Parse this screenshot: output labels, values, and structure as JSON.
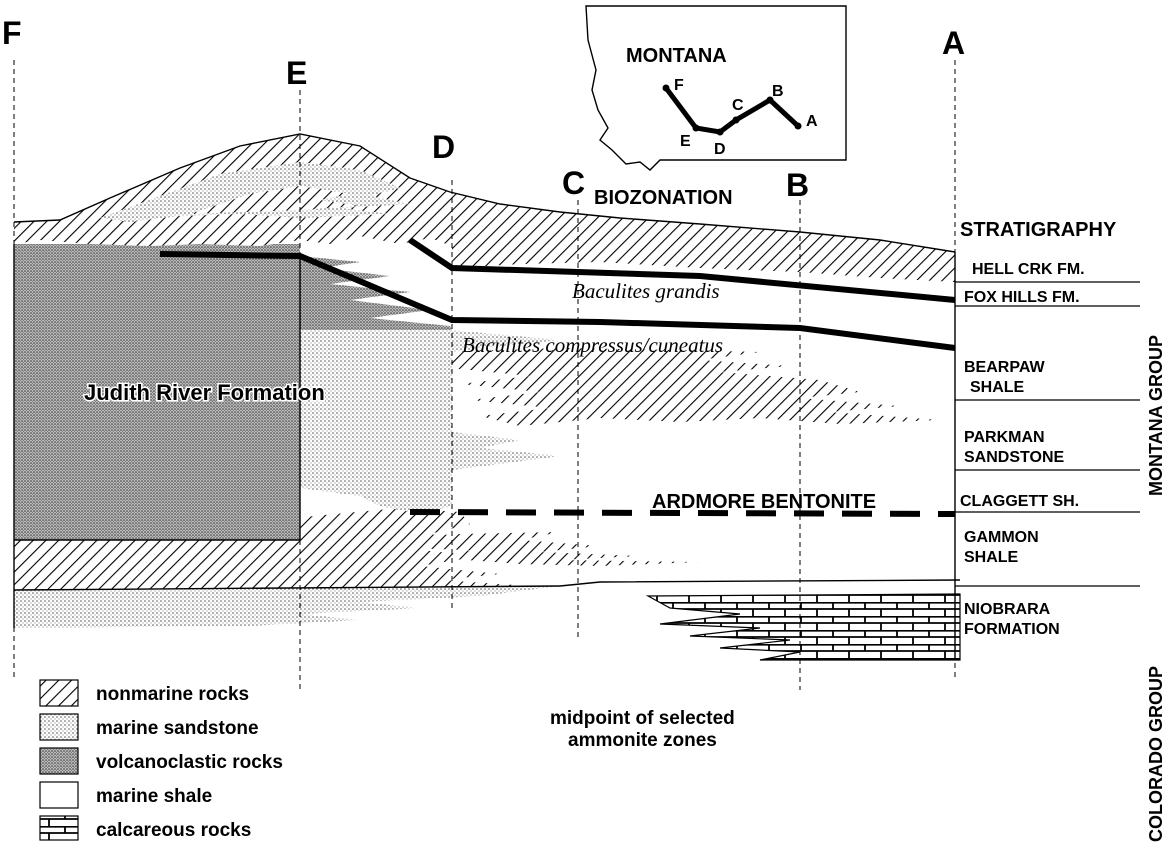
{
  "section_letters": [
    "F",
    "E",
    "D",
    "C",
    "B",
    "A"
  ],
  "map": {
    "title": "MONTANA",
    "points": [
      "F",
      "E",
      "D",
      "C",
      "B",
      "A"
    ]
  },
  "headings": {
    "biozonation": "BIOZONATION",
    "stratigraphy": "STRATIGRAPHY"
  },
  "ammonite_zones": [
    "Baculites grandis",
    "Baculites compressus/cuneatus"
  ],
  "formation_label": "Judith River Formation",
  "marker_bed": "ARDMORE BENTONITE",
  "stratigraphy_units": [
    [
      "HELL CRK FM."
    ],
    [
      "FOX HILLS FM."
    ],
    [
      "BEARPAW",
      "SHALE"
    ],
    [
      "PARKMAN",
      "SANDSTONE"
    ],
    [
      "CLAGGETT SH."
    ],
    [
      "GAMMON",
      "SHALE"
    ],
    [
      "NIOBRARA",
      "FORMATION"
    ]
  ],
  "groups": [
    "MONTANA GROUP",
    "COLORADO GROUP"
  ],
  "legend": [
    {
      "pattern": "hatch",
      "label": "nonmarine rocks"
    },
    {
      "pattern": "fine-dots",
      "label": "marine sandstone"
    },
    {
      "pattern": "dense-dots",
      "label": "volcanoclastic rocks"
    },
    {
      "pattern": "blank",
      "label": "marine shale"
    },
    {
      "pattern": "bricks",
      "label": "calcareous rocks"
    }
  ],
  "ammonite_note": [
    "midpoint of selected",
    "ammonite zones"
  ],
  "colors": {
    "ink": "#000000",
    "paper": "#ffffff",
    "stipple": "#b8b8b8"
  }
}
